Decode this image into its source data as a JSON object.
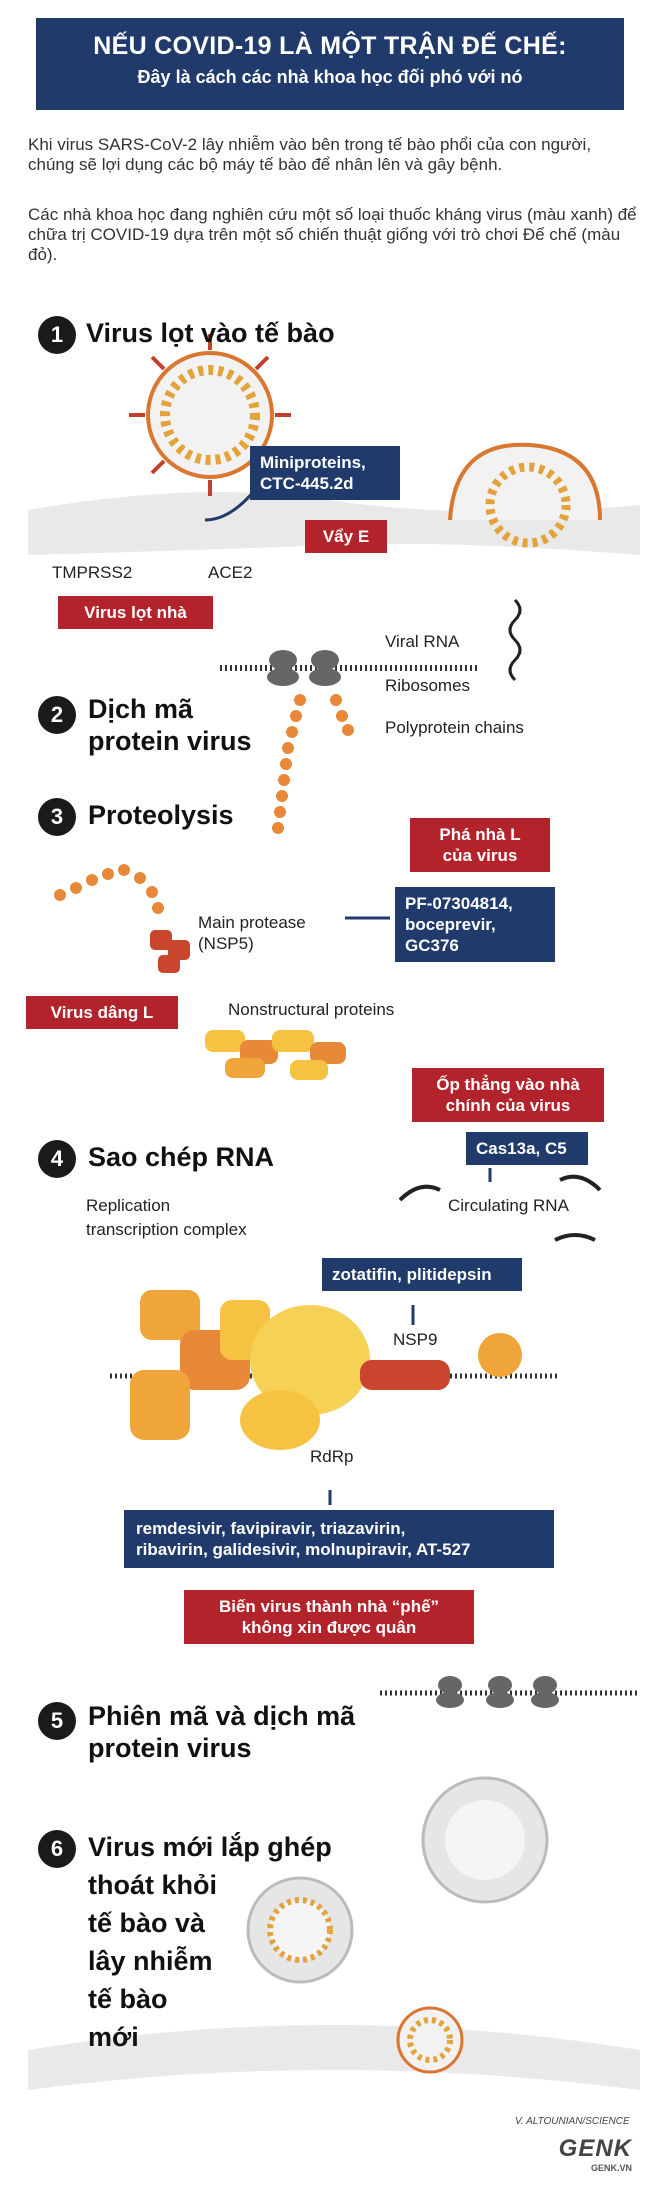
{
  "header": {
    "title": "NẾU COVID-19 LÀ MỘT TRẬN ĐẾ CHẾ:",
    "subtitle": "Đây là cách các nhà khoa học đối phó với nó"
  },
  "intro": {
    "p1": "Khi virus SARS-CoV-2 lây nhiễm vào bên trong tế bào phổi của con người, chúng sẽ lợi dụng các bộ máy tế bào để nhân lên và gây bệnh.",
    "p2": "Các nhà khoa học đang nghiên cứu một số loại thuốc kháng virus (màu xanh) để chữa trị COVID-19 dựa trên một số chiến thuật giống với trò chơi Đế chế (màu đỏ)."
  },
  "steps": [
    {
      "num": "1",
      "title": "Virus lọt vào tế bào"
    },
    {
      "num": "2",
      "title": "Dịch mã\nprotein virus"
    },
    {
      "num": "3",
      "title": "Proteolysis"
    },
    {
      "num": "4",
      "title": "Sao chép RNA"
    },
    {
      "num": "5",
      "title": "Phiên mã và dịch mã\nprotein virus"
    },
    {
      "num": "6",
      "title": "Virus mới lắp ghép\nthoát khỏi\ntế bào và\nlây nhiễm\ntế bào\nmới"
    }
  ],
  "labels": {
    "miniproteins": "Miniproteins,\nCTC-445.2d",
    "vay_e": "Vẩy E",
    "tmprss2": "TMPRSS2",
    "ace2": "ACE2",
    "virus_lot_nha": "Virus lọt nhà",
    "viral_rna": "Viral RNA",
    "ribosomes": "Ribosomes",
    "polyprotein": "Polyprotein chains",
    "pha_nha_l": "Phá nhà L\ncủa virus",
    "pf_drugs": "PF-07304814,\nboceprevir,\nGC376",
    "main_protease": "Main protease\n(NSP5)",
    "virus_dang_l": "Virus dâng L",
    "nonstructural": "Nonstructural proteins",
    "op_thang": "Ốp thẳng vào nhà\nchính của virus",
    "cas13a": "Cas13a, C5",
    "circulating": "Circulating RNA",
    "replication": "Replication\ntranscription complex",
    "zotatifin": "zotatifin, plitidepsin",
    "nsp9": "NSP9",
    "rdrp": "RdRp",
    "rdrp_drugs": "remdesivir, favipiravir, triazavirin,\nribavirin, galidesivir, molnupiravir, AT-527",
    "bien_virus": "Biến virus thành nhà “phế”\nkhông xin được quân"
  },
  "footer": {
    "credit": "V. ALTOUNIAN/SCIENCE",
    "logo": "GENK",
    "logo_sub": "GENK.VN"
  },
  "colors": {
    "navy": "#1f3a6b",
    "red": "#b3232b",
    "orange": "#e8893a",
    "yellow": "#f5c242",
    "membrane": "#e6e6e6"
  }
}
